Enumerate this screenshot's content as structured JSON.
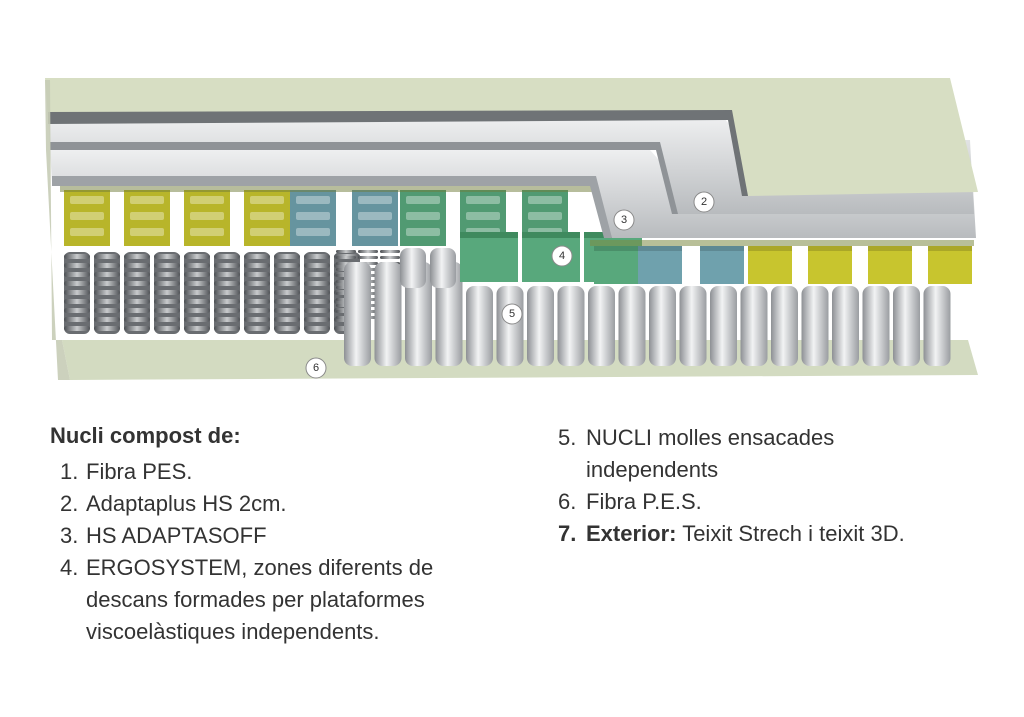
{
  "diagram": {
    "markers": [
      "2",
      "3",
      "4",
      "5",
      "6"
    ]
  },
  "colors": {
    "top_layer": "#d7dec3",
    "grey_layer": "#c9cccf",
    "yellow": "#c8c52e",
    "blue": "#6fa1ad",
    "green": "#58a87c",
    "spring": "#d8dadc"
  },
  "legend": {
    "heading": "Nucli compost de:",
    "items": [
      {
        "num": "1.",
        "text": "Fibra PES."
      },
      {
        "num": "2.",
        "text": "Adaptaplus HS 2cm."
      },
      {
        "num": "3.",
        "text": "HS ADAPTASOFF"
      },
      {
        "num": "4.",
        "text": "ERGOSYSTEM, zones diferents de descans formades per plataformes viscoelàstiques independents."
      }
    ],
    "items_right": [
      {
        "num": "5.",
        "text": "NUCLI molles ensacades independents"
      },
      {
        "num": "6.",
        "text": "Fibra P.E.S."
      }
    ],
    "exterior": {
      "num": "7.",
      "label": "Exterior:",
      "text": " Teixit Strech i teixit 3D."
    }
  }
}
